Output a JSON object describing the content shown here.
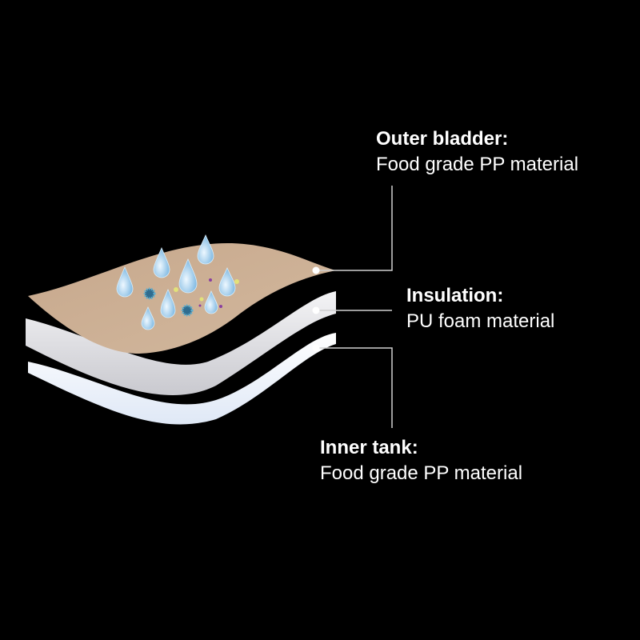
{
  "labels": {
    "outer": {
      "title": "Outer bladder:",
      "desc": "Food grade PP material"
    },
    "insulation": {
      "title": "Insulation:",
      "desc": "PU foam material"
    },
    "inner": {
      "title": "Inner tank:",
      "desc": "Food grade PP material"
    }
  },
  "colors": {
    "outer_layer": "#c9ad93",
    "foam_layer": "#e4e4e8",
    "inner_layer": "#f2f6fc",
    "droplet": "#a9d3ef",
    "leader": "#cfcfcf"
  }
}
